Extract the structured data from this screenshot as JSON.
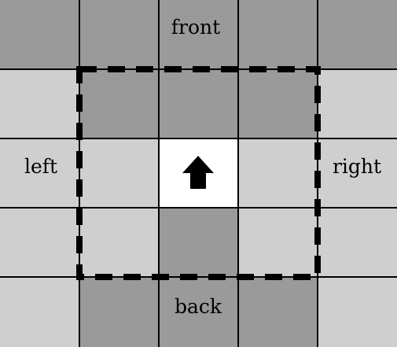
{
  "grid": {
    "rows": 5,
    "cols": 5,
    "cells": [
      [
        "dark",
        "dark",
        "dark",
        "dark",
        "dark"
      ],
      [
        "light",
        "dark",
        "dark",
        "dark",
        "light"
      ],
      [
        "light",
        "light",
        "white",
        "light",
        "light"
      ],
      [
        "light",
        "light",
        "dark",
        "light",
        "light"
      ],
      [
        "light",
        "dark",
        "dark",
        "dark",
        "light"
      ]
    ]
  },
  "colors": {
    "dark": "#9a9a9a",
    "light": "#cfcfcf",
    "white": "#ffffff",
    "line": "#000000"
  },
  "labels": {
    "front": "front",
    "back": "back",
    "left": "left",
    "right": "right"
  },
  "center_icon": "arrow-up-icon",
  "highlight_region": {
    "style": "dashed",
    "description_rows": [
      1,
      3
    ],
    "description_cols": [
      1,
      3
    ]
  }
}
